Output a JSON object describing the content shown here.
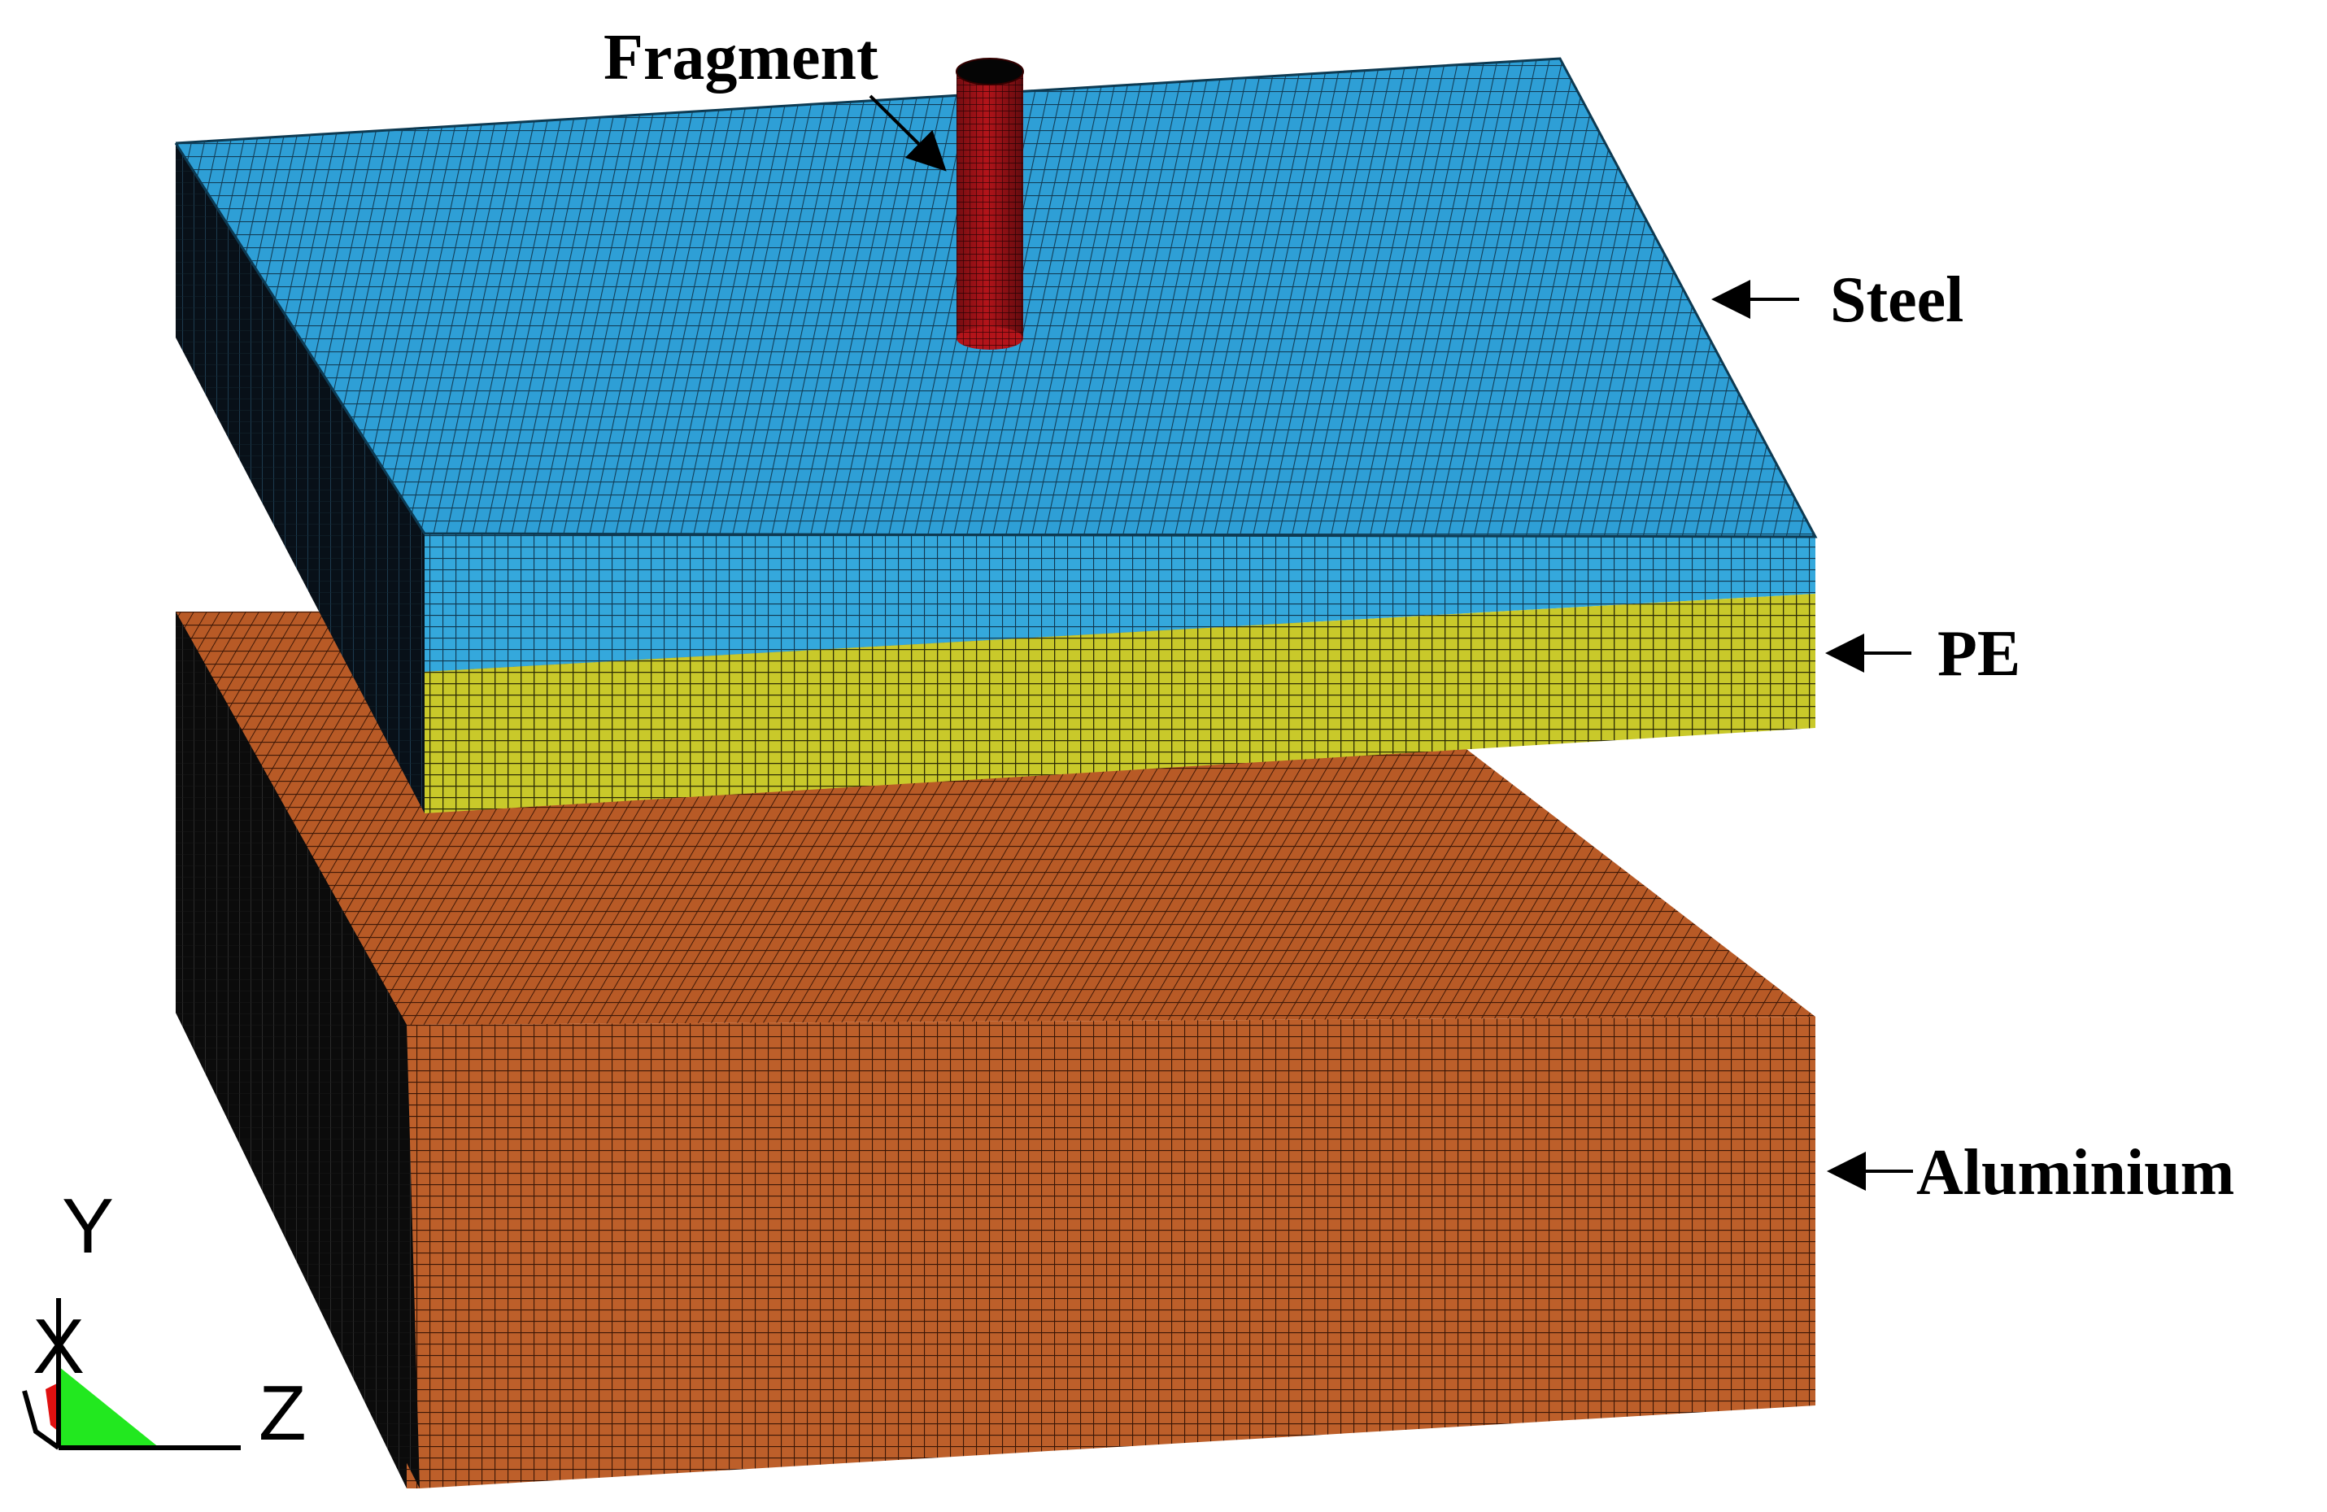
{
  "labels": {
    "fragment": "Fragment",
    "steel": "Steel",
    "pe": "PE",
    "aluminium": "Aluminium"
  },
  "triad": {
    "y": "Y",
    "x": "X",
    "z": "Z"
  },
  "colors": {
    "steel": "#2e9fd6",
    "pe": "#c9c92a",
    "aluminium": "#b85a26",
    "fragment": "#b3141a",
    "mesh_line": "#0a0a0a",
    "triad_green": "#22e81f",
    "triad_red": "#e01010"
  }
}
